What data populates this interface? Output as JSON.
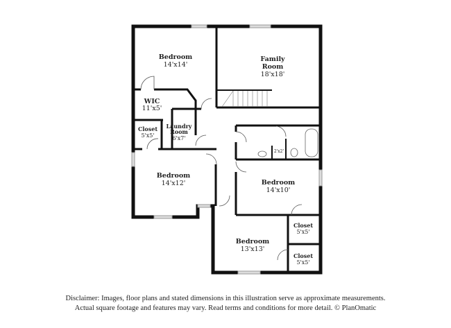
{
  "rooms": [
    {
      "name": "Bedroom",
      "size": "14'x14'"
    },
    {
      "name": "Family Room",
      "name_line1": "Family",
      "name_line2": "Room",
      "size": "18'x18'"
    },
    {
      "name": "WIC",
      "size": "11'x5'"
    },
    {
      "name": "Closet",
      "size": "5'x5'"
    },
    {
      "name": "Laundry Room",
      "name_line1": "Laundry",
      "name_line2": "Room",
      "size": "6'x7'"
    },
    {
      "name": "Bedroom",
      "size": "14'x12'"
    },
    {
      "name": "Bedroom",
      "size": "14'x10'"
    },
    {
      "name": "Closet",
      "size": "5'x5'"
    },
    {
      "name": "Bedroom",
      "size": "13'x13'"
    },
    {
      "name": "Closet",
      "size": "5'x5'"
    },
    {
      "name": "",
      "size": "2'x2'"
    }
  ],
  "disclaimer": {
    "line1": "Disclaimer: Images, floor plans and stated dimensions in this illustration serve as approximate measurements.",
    "line2": "Actual square footage and features may vary. Read terms and conditions for more detail. © PlanOmatic"
  },
  "colors": {
    "wall": "#111111",
    "window": "#cccccc"
  }
}
